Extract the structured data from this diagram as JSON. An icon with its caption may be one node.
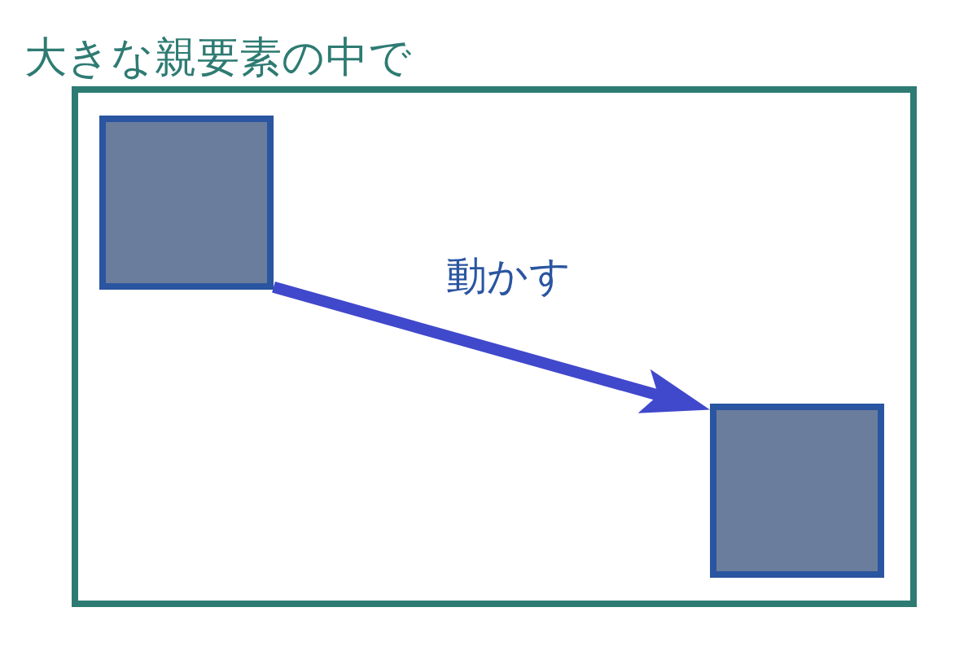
{
  "diagram": {
    "nodes": [
      {
        "text": [
          "大きな親要素の中で"
        ]
      },
      {
        "text": [],
        "shape": "box",
        "in": 0
      },
      {
        "text": [],
        "shape": "box",
        "in": 0
      }
    ],
    "edges": [
      {
        "from": 1,
        "to": 2,
        "arrow": "to",
        "label": "動かす"
      }
    ]
  }
}
